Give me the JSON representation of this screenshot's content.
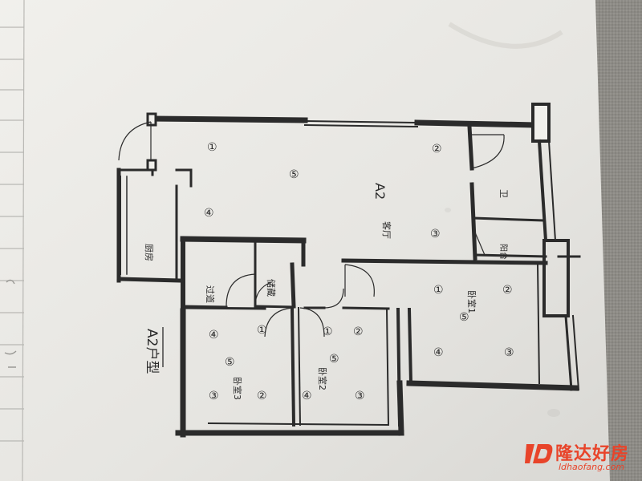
{
  "plan": {
    "unit_type": "A2户型",
    "unit_code": "A2",
    "rooms": {
      "living": "客厅",
      "kitchen": "厨房",
      "bath": "卫",
      "balcony": "阳台",
      "bedroom1": "卧室1",
      "bedroom2": "卧室2",
      "bedroom3": "卧室3",
      "hallway": "过道",
      "closet": "储藏"
    },
    "markers": {
      "m1": "①",
      "m2": "②",
      "m3": "③",
      "m4": "④",
      "m5": "⑤"
    }
  },
  "watermark": {
    "brand": "隆达好房",
    "url": "ldhaofang.com"
  },
  "colors": {
    "wall": "#2b2b2b",
    "paper": "#e9e8e4",
    "table": "#888888",
    "brand": "#e8442a"
  }
}
